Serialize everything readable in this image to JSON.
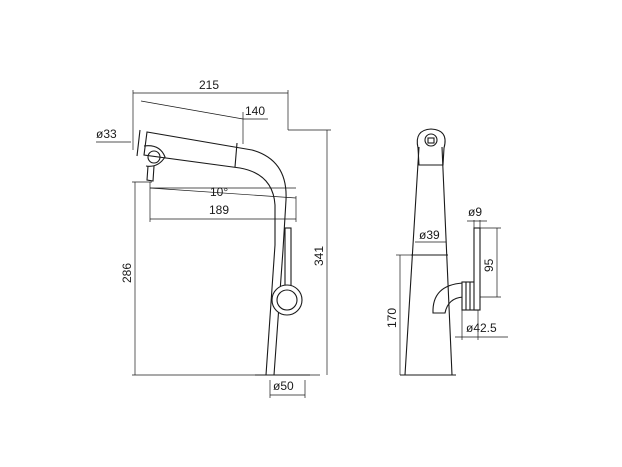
{
  "front_view": {
    "dim_total_reach": "215",
    "dim_spout_reach": "140",
    "dim_outlet_diameter": "ø33",
    "dim_angle": "10°",
    "dim_outlet_reach": "189",
    "dim_outlet_height": "286",
    "dim_total_height": "341",
    "dim_base_diameter": "ø50"
  },
  "side_view": {
    "dim_lever_diameter": "ø9",
    "dim_body_diameter": "ø39",
    "dim_lever_length": "95",
    "dim_handle_height": "170",
    "dim_handle_diameter": "ø42.5"
  }
}
